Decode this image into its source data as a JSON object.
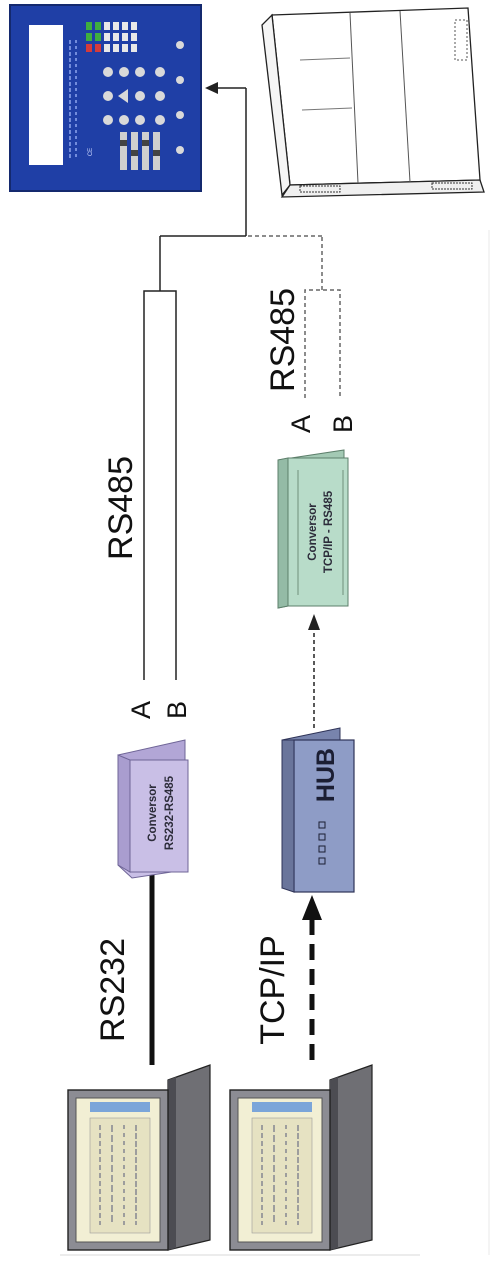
{
  "labels": {
    "rs232": "RS232",
    "rs485_top": "RS485",
    "rs485_bottom": "RS485",
    "tcpip": "TCP/IP",
    "a_top": "A",
    "b_top": "B",
    "a_bottom": "A",
    "b_bottom": "B",
    "hub": "HUB"
  },
  "converter_rs232": {
    "line1": "Conversor",
    "line2": "RS232-RS485"
  },
  "converter_tcp": {
    "line1": "Conversor",
    "line2": "TCP/IP - RS485"
  },
  "panel_text": {
    "ce": "CE"
  },
  "colors": {
    "converter_rs232": "#c9bfe6",
    "converter_tcp": "#b8dcc9",
    "hub": "#8e9cc6",
    "control_panel": "#1f3fa6"
  }
}
